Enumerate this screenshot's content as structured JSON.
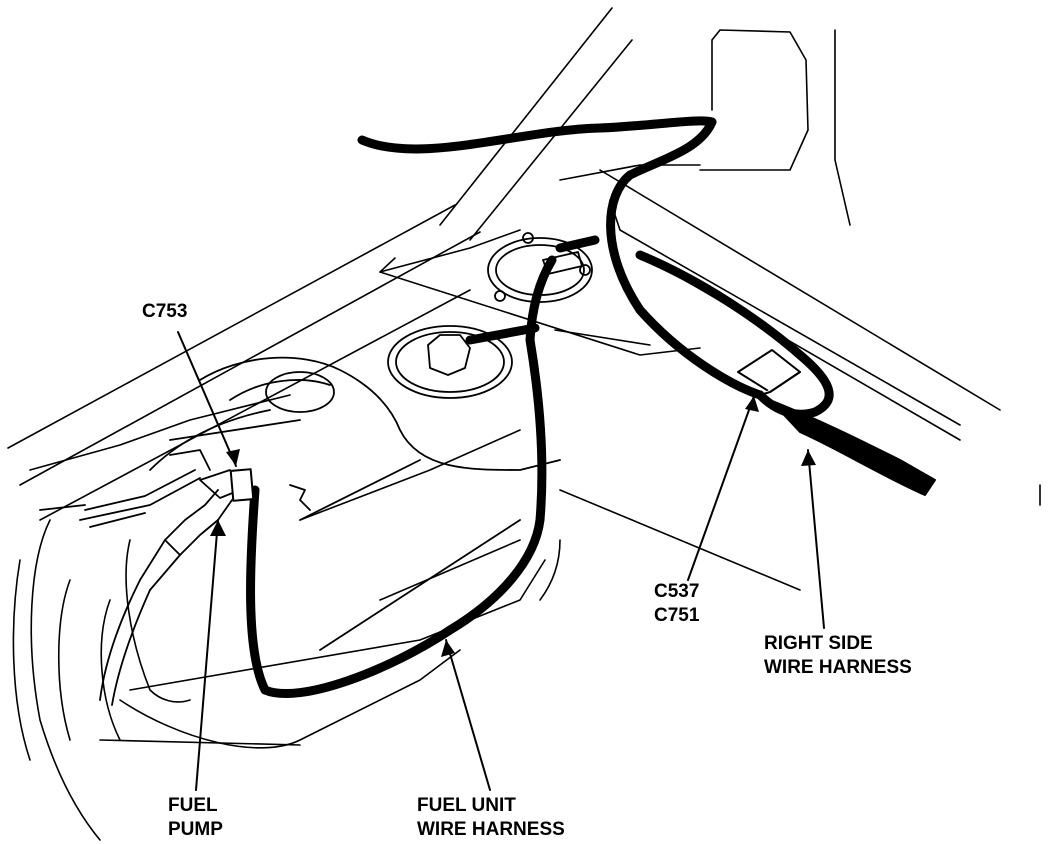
{
  "labels": {
    "c753": "C753",
    "fuel_pump": [
      "FUEL",
      "PUMP"
    ],
    "fuel_unit_harness": [
      "FUEL UNIT",
      "WIRE HARNESS"
    ],
    "c537_c751": [
      "C537",
      "C751"
    ],
    "right_side_harness": [
      "RIGHT SIDE",
      "WIRE HARNESS"
    ]
  },
  "colors": {
    "ink": "#000000",
    "paper": "#ffffff"
  }
}
